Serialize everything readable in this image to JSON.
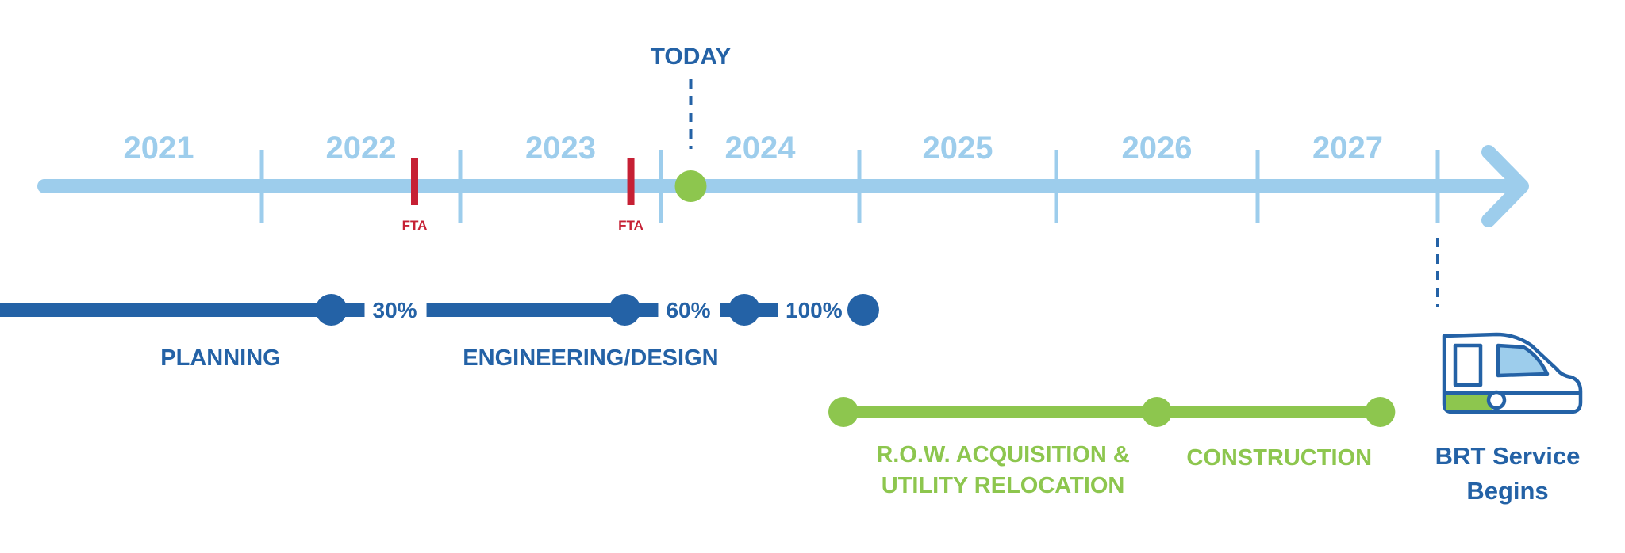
{
  "colors": {
    "axis": "#9DCDEC",
    "dark_blue": "#2462A6",
    "green": "#8DC64E",
    "fta_red": "#C62034",
    "white": "#FFFFFF"
  },
  "timeline": {
    "years": [
      {
        "label": "2021",
        "decimal_year": 2021.5
      },
      {
        "label": "2022",
        "decimal_year": 2022.5
      },
      {
        "label": "2023",
        "decimal_year": 2023.5
      },
      {
        "label": "2024",
        "decimal_year": 2024.5
      },
      {
        "label": "2025",
        "decimal_year": 2025.5
      },
      {
        "label": "2026",
        "decimal_year": 2026.5
      },
      {
        "label": "2027",
        "decimal_year": 2027.5
      }
    ],
    "year_boundaries": [
      2022,
      2023,
      2024,
      2025,
      2026,
      2027,
      2028
    ],
    "today": {
      "label": "TODAY",
      "decimal_year": 2024.15
    },
    "fta_markers": [
      {
        "label": "FTA",
        "decimal_year": 2022.77
      },
      {
        "label": "FTA",
        "decimal_year": 2023.85
      }
    ]
  },
  "design_track": {
    "start_year": 2020.45,
    "end_year": 2025.05,
    "milestones": [
      {
        "label": "30%",
        "decimal_year": 2022.35
      },
      {
        "label": "60%",
        "decimal_year": 2023.82
      },
      {
        "label": "100%",
        "decimal_year": 2024.42
      },
      {
        "label": "",
        "decimal_year": 2025.02
      }
    ],
    "phases": [
      {
        "label": "PLANNING",
        "decimal_year": 2021.8
      },
      {
        "label": "ENGINEERING/DESIGN",
        "decimal_year": 2023.65
      }
    ]
  },
  "construction_track": {
    "start_year": 2024.92,
    "mid_year": 2026.5,
    "end_year": 2027.68,
    "phase_1": {
      "line1": "R.O.W. ACQUISITION &",
      "line2": "UTILITY RELOCATION",
      "decimal_year": 2025.73
    },
    "phase_2": {
      "label": "CONSTRUCTION",
      "decimal_year": 2027.12
    }
  },
  "service": {
    "line1": "BRT Service",
    "line2": "Begins",
    "decimal_year": 2028.0,
    "icon": "bus-icon"
  }
}
